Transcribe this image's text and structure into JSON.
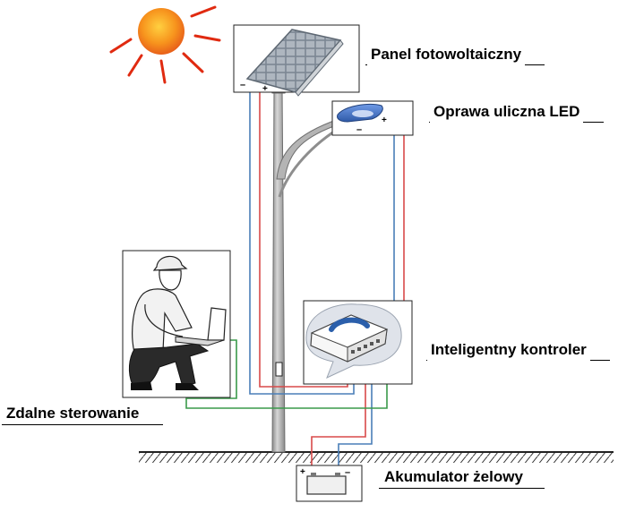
{
  "labels": {
    "panel": "Panel fotowoltaiczny",
    "led": "Oprawa uliczna LED",
    "controller": "Inteligentny kontroler",
    "remote": "Zdalne sterowanie",
    "battery": "Akumulator żelowy"
  },
  "terminals": {
    "minus": "–",
    "plus": "+"
  },
  "colors": {
    "positive_wire": "#d94a4a",
    "negative_wire": "#4a7fb8",
    "data_wire": "#3a9a4a",
    "sun": "#f07a10",
    "rays": "#e02a10",
    "pole": "#a6a6a6",
    "led_lamp": "#3f6fc4"
  },
  "icons": [
    "sun-icon",
    "solar-panel-icon",
    "street-lamp-icon",
    "controller-icon",
    "battery-icon",
    "technician-laptop-icon"
  ]
}
